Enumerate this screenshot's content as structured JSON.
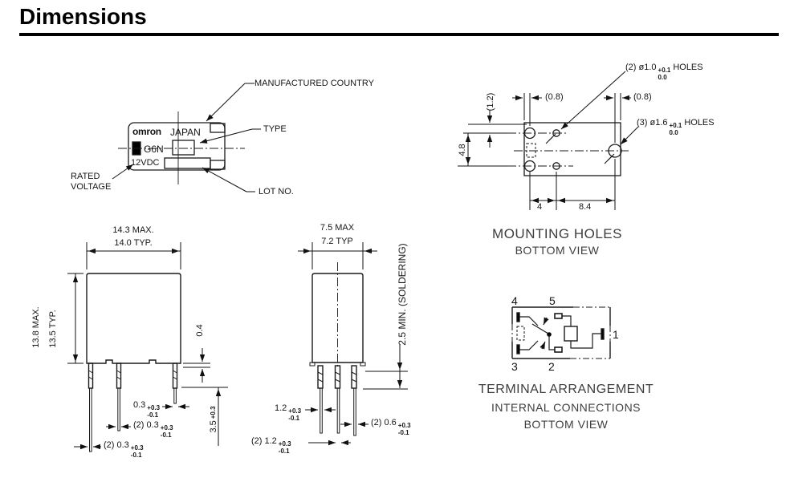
{
  "header": {
    "title": "Dimensions"
  },
  "label_view": {
    "brand": "omron",
    "country": "JAPAN",
    "model": "G6N",
    "voltage": "12VDC",
    "callout_country": "MANUFACTURED COUNTRY",
    "callout_type": "TYPE",
    "callout_lot": "LOT NO.",
    "callout_rated": "RATED VOLTAGE"
  },
  "mounting_view": {
    "dim_1_2": "(1.2)",
    "dim_4_8": "4.8",
    "dim_0_8_left": "(0.8)",
    "dim_0_8_right": "(0.8)",
    "dim_4": "4",
    "dim_8_4": "8.4",
    "small_holes": {
      "label": "(2) ø1.0",
      "tol_plus": "+0.1",
      "tol_minus": "0.0",
      "suffix": "HOLES"
    },
    "large_holes": {
      "label": "(3) ø1.6",
      "tol_plus": "+0.1",
      "tol_minus": "0.0",
      "suffix": "HOLES"
    },
    "caption": "MOUNTING HOLES",
    "subcaption": "BOTTOM VIEW"
  },
  "front_view": {
    "width_max": "14.3 MAX.",
    "width_typ": "14.0 TYP.",
    "height_max": "13.8 MAX.",
    "height_typ": "13.5 TYP.",
    "dim_0_4": "0.4",
    "standoff": {
      "label": "3.5",
      "tol_plus": "+0.3",
      "tol_minus": ""
    },
    "pin_right": {
      "label": "0.3",
      "tol_plus": "+0.3",
      "tol_minus": "-0.1"
    },
    "pin_mid": {
      "label": "(2) 0.3",
      "tol_plus": "+0.3",
      "tol_minus": "-0.1"
    },
    "pin_left": {
      "label": "(2) 0.3",
      "tol_plus": "+0.3",
      "tol_minus": "-0.1"
    }
  },
  "side_view": {
    "width_max": "7.5 MAX",
    "width_typ": "7.2 TYP",
    "soldering": "2.5 MIN. (SOLDERING)",
    "pin_top": {
      "label": "1.2",
      "tol_plus": "+0.3",
      "tol_minus": "-0.1"
    },
    "pin_right": {
      "label": "(2) 0.6",
      "tol_plus": "+0.3",
      "tol_minus": "-0.1"
    },
    "pin_bottom": {
      "label": "(2) 1.2",
      "tol_plus": "+0.3",
      "tol_minus": "-0.1"
    }
  },
  "terminal_view": {
    "t4": "4",
    "t5": "5",
    "t3": "3",
    "t2": "2",
    "t1": "1",
    "caption": "TERMINAL ARRANGEMENT",
    "subcaption1": "INTERNAL CONNECTIONS",
    "subcaption2": "BOTTOM VIEW"
  }
}
